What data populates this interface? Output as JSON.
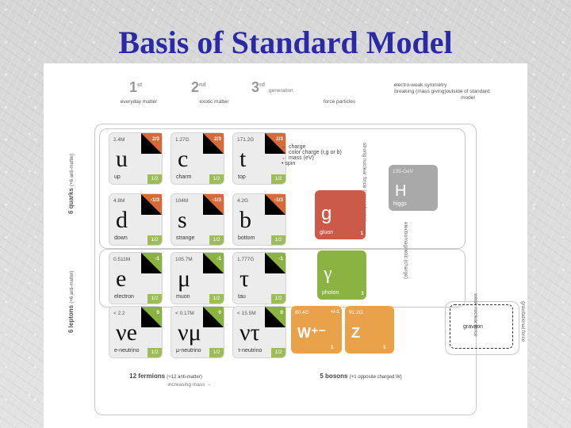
{
  "title": "Basis of Standard Model",
  "headers": {
    "gen1": "1",
    "gen1_sup": "st",
    "gen1_sub": "everyday matter",
    "gen2": "2",
    "gen2_sup": "nd",
    "gen2_sub": "exotic matter",
    "gen3": "3",
    "gen3_sup": "rd",
    "gen3_tail": "generation",
    "force": "force particles",
    "ew": "electro-weak symmetry breaking (mass giving)",
    "outside": "outside of standard model"
  },
  "legend": {
    "charge": "charge",
    "color": "color charge (r,g or b)",
    "mass": "mass (eV)",
    "spin": "spin"
  },
  "fermions": [
    {
      "mass": "2.4M",
      "charge": "2/3",
      "sym": "u",
      "name": "up",
      "spin": "1/2",
      "color": "#8bb342",
      "tri": "#d86a3a"
    },
    {
      "mass": "1.27G",
      "charge": "2/3",
      "sym": "c",
      "name": "charm",
      "spin": "1/2",
      "color": "#8bb342",
      "tri": "#d86a3a"
    },
    {
      "mass": "171.2G",
      "charge": "2/3",
      "sym": "t",
      "name": "top",
      "spin": "1/2",
      "color": "#8bb342",
      "tri": "#d86a3a"
    },
    {
      "mass": "4.8M",
      "charge": "-1/3",
      "sym": "d",
      "name": "down",
      "spin": "1/2",
      "color": "#8bb342",
      "tri": "#d86a3a"
    },
    {
      "mass": "104M",
      "charge": "-1/3",
      "sym": "s",
      "name": "strange",
      "spin": "1/2",
      "color": "#8bb342",
      "tri": "#d86a3a"
    },
    {
      "mass": "4.2G",
      "charge": "-1/3",
      "sym": "b",
      "name": "bottom",
      "spin": "1/2",
      "color": "#8bb342",
      "tri": "#d86a3a"
    },
    {
      "mass": "0.511M",
      "charge": "-1",
      "sym": "e",
      "name": "electron",
      "spin": "1/2",
      "color": "#8bb342",
      "tri": "#8bb342"
    },
    {
      "mass": "105.7M",
      "charge": "-1",
      "sym": "μ",
      "name": "muon",
      "spin": "1/2",
      "color": "#8bb342",
      "tri": "#8bb342"
    },
    {
      "mass": "1.777G",
      "charge": "-1",
      "sym": "τ",
      "name": "tau",
      "spin": "1/2",
      "color": "#8bb342",
      "tri": "#8bb342"
    },
    {
      "mass": "< 2.2",
      "charge": "0",
      "sym": "νe",
      "name": "e-neutrino",
      "spin": "1/2",
      "color": "#8bb342",
      "tri": "#8bb342"
    },
    {
      "mass": "< 0.17M",
      "charge": "0",
      "sym": "νμ",
      "name": "μ-neutrino",
      "spin": "1/2",
      "color": "#8bb342",
      "tri": "#8bb342"
    },
    {
      "mass": "< 15.5M",
      "charge": "0",
      "sym": "ντ",
      "name": "τ-neutrino",
      "spin": "1/2",
      "color": "#8bb342",
      "tri": "#8bb342"
    }
  ],
  "bosons": {
    "higgs": {
      "mass": "135-GeV",
      "sym": "H",
      "name": "higgs"
    },
    "gluon": {
      "sym": "g",
      "name": "gluon",
      "spin": "1"
    },
    "photon": {
      "sym": "γ",
      "name": "photon",
      "spin": "1"
    },
    "w": {
      "mass": "80.4G",
      "charge": "+/-1",
      "sym": "W⁺⁻",
      "spin": "1"
    },
    "z": {
      "mass": "91.2G",
      "sym": "Z",
      "spin": "1"
    },
    "graviton": {
      "name": "graviton"
    }
  },
  "labels": {
    "quarks": "6 quarks",
    "quarks_sub": "(+6 anti-matter)",
    "leptons": "6 leptons",
    "leptons_sub": "(+6 anti-matter)",
    "strong": "strong nuclear force (color charge)",
    "em": "electromagnetic (charge)",
    "weak": "weak nuclear force",
    "grav": "gravitational force",
    "fermions": "12 fermions",
    "fermions_sub": "(+12 anti-matter)",
    "increasing": "increasing mass →",
    "bosons": "5 bosons",
    "bosons_sub": "(+1 opposite charged W)"
  },
  "colors": {
    "title": "#2a2aa6",
    "green": "#8bb342",
    "orange": "#e9a14a",
    "red": "#cc5a48",
    "grey": "#a9a9a9"
  }
}
